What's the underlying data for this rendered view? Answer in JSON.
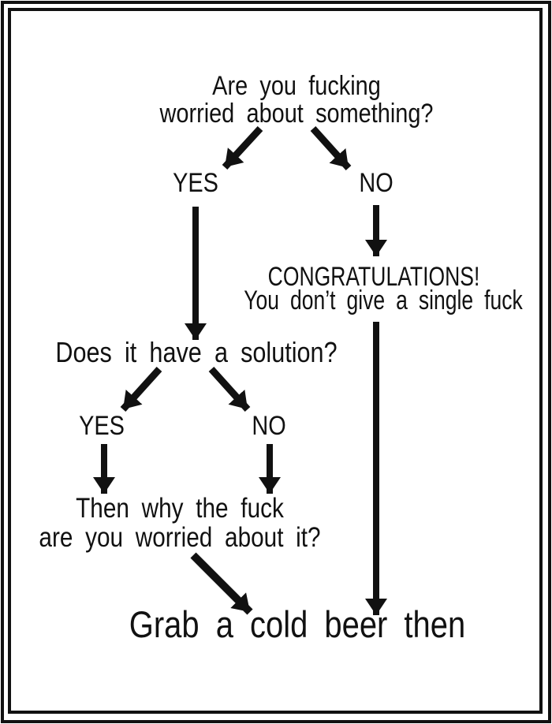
{
  "page": {
    "background": "#ffffff",
    "ink": "#111111"
  },
  "flowchart": {
    "question1_line1": "Are you fucking",
    "question1_line2": "worried about something?",
    "branch1_yes": "YES",
    "branch1_no": "NO",
    "congrats_title": "CONGRATULATIONS!",
    "congrats_subtitle": "You don’t give a single fuck",
    "question2": "Does it have a solution?",
    "branch2_yes": "YES",
    "branch2_no": "NO",
    "why_line1": "Then why the fuck",
    "why_line2": "are you worried about it?",
    "final_text": "Grab a cold beer then"
  }
}
